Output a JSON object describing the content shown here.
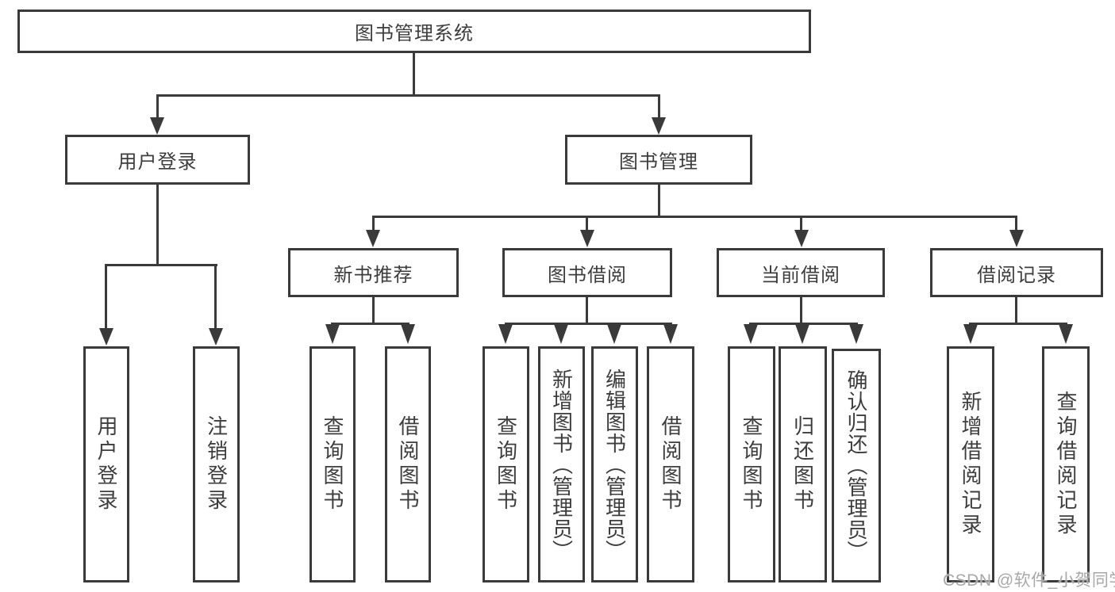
{
  "tree": {
    "root": {
      "label": "图书管理系统"
    },
    "branches": [
      {
        "label": "用户登录",
        "leaves": [
          {
            "label": "用户登录"
          },
          {
            "label": "注销登录"
          }
        ]
      },
      {
        "label": "图书管理",
        "groups": [
          {
            "label": "新书推荐",
            "leaves": [
              {
                "label": "查询图书"
              },
              {
                "label": "借阅图书"
              }
            ]
          },
          {
            "label": "图书借阅",
            "leaves": [
              {
                "label": "查询图书"
              },
              {
                "label": "新增图书（管理员）"
              },
              {
                "label": "编辑图书（管理员）"
              },
              {
                "label": "借阅图书"
              }
            ]
          },
          {
            "label": "当前借阅",
            "leaves": [
              {
                "label": "查询图书"
              },
              {
                "label": "归还图书"
              },
              {
                "label": "确认归还（管理员）"
              }
            ]
          },
          {
            "label": "借阅记录",
            "leaves": [
              {
                "label": "新增借阅记录"
              },
              {
                "label": "查询借阅记录"
              }
            ]
          }
        ]
      }
    ]
  },
  "watermark": {
    "text": "CSDN @软件_小贺同学"
  },
  "colors": {
    "line": "#3a3a3a",
    "text": "#3d3d3d",
    "bg": "#ffffff",
    "wm": "#a8a8a8"
  }
}
